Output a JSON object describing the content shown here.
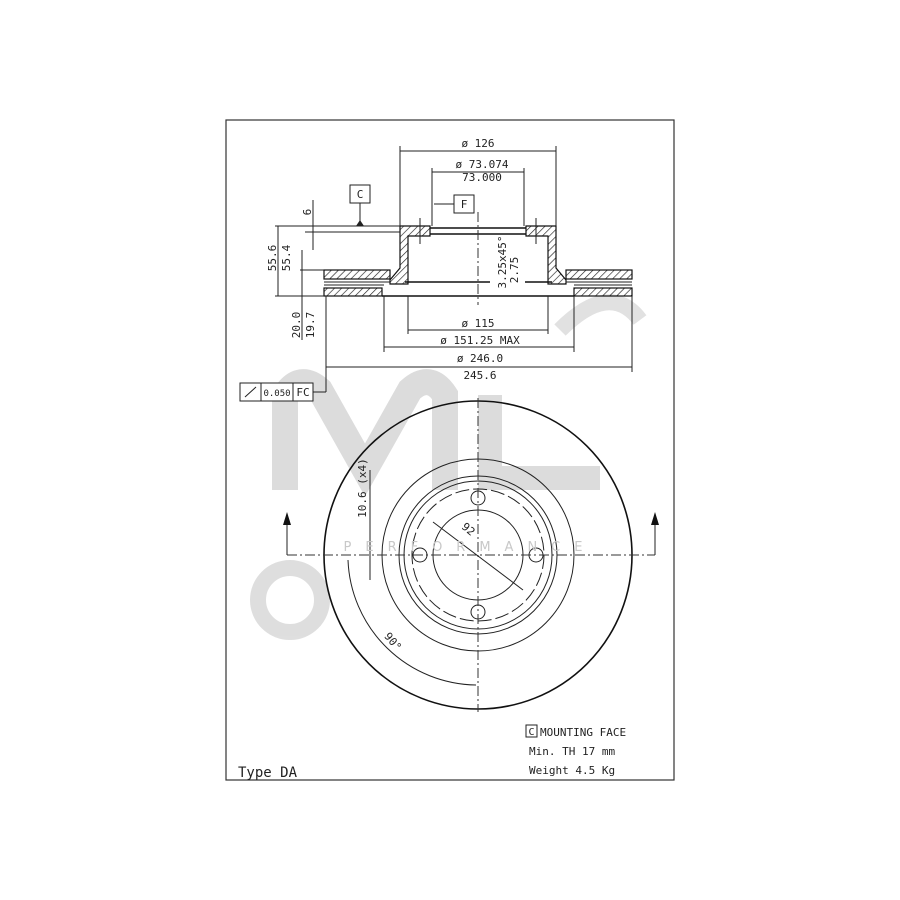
{
  "drawing": {
    "type_label": "Type DA",
    "datum_c": "C",
    "datum_f": "F",
    "notes": {
      "mounting_face": "MOUNTING FACE",
      "min_thickness": "Min. TH 17 mm",
      "weight": "Weight 4.5 Kg"
    },
    "dimensions": {
      "hub_diameter": "ø 126",
      "center_bore_max": "ø 73.074",
      "center_bore_min": "73.000",
      "flange_thickness": "6",
      "height_max": "55.6",
      "height_min": "55.4",
      "disc_thickness_max": "20.0",
      "disc_thickness_min": "19.7",
      "chamfer": "3.25x45°",
      "chamfer_2": "2.75",
      "inner_diameter": "ø 115",
      "vent_diameter": "ø 151.25 MAX",
      "outer_diameter_max": "ø 246.0",
      "outer_diameter_min": "245.6",
      "runout_tolerance": "0.050",
      "runout_ref": "FC",
      "bolt_hole": "10.6 (x4)",
      "bolt_circle": "92",
      "angle": "90°"
    }
  },
  "watermark": {
    "brand": "ML",
    "text": "PERFORMANCE",
    "color": "#cfcfcf"
  }
}
